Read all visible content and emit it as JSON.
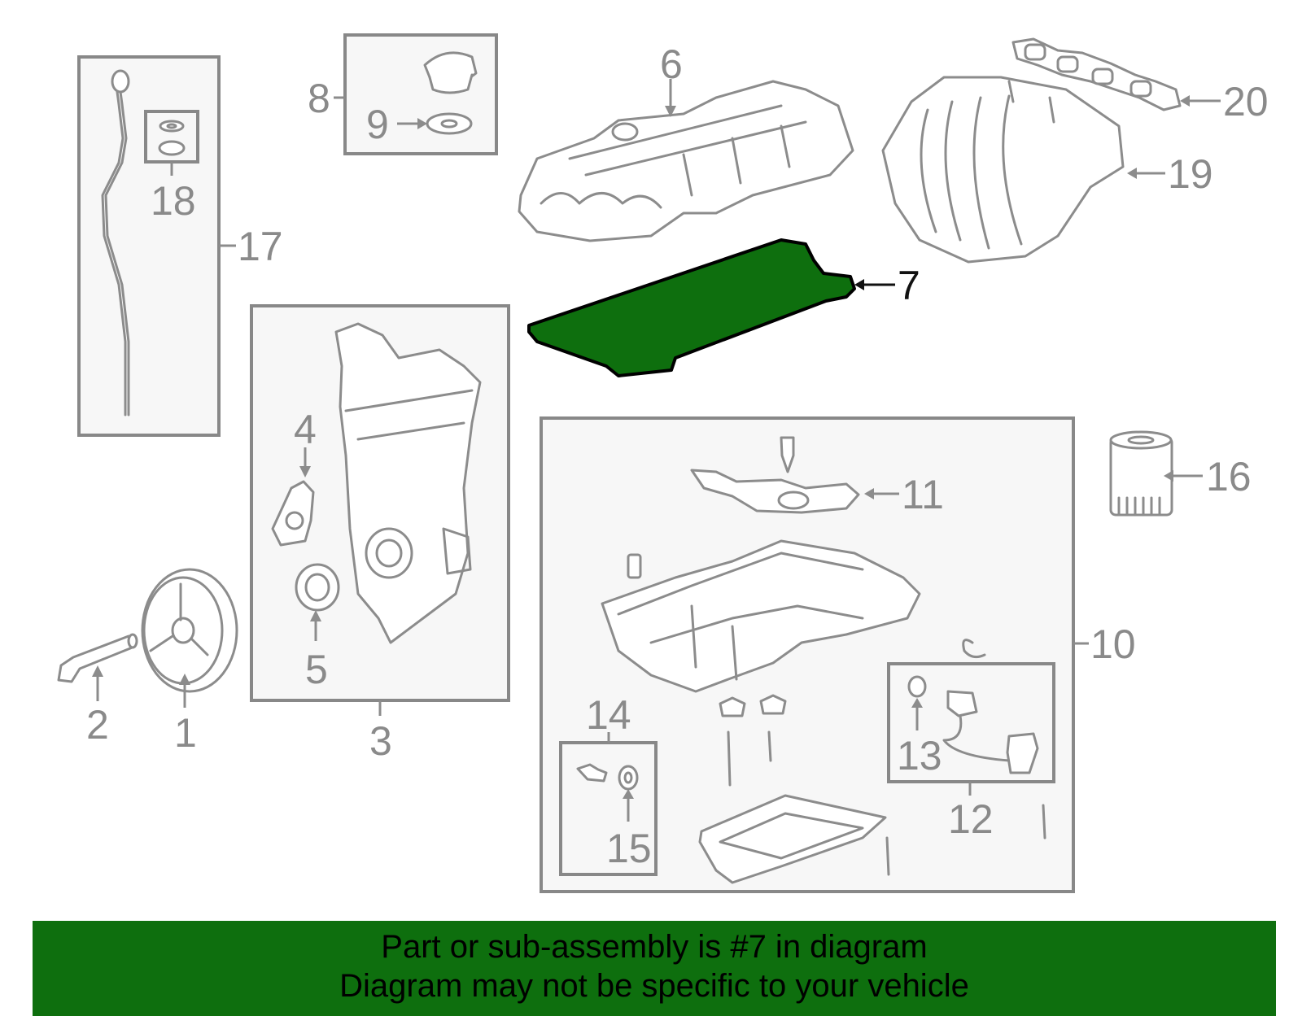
{
  "callouts": {
    "c1": "1",
    "c2": "2",
    "c3": "3",
    "c4": "4",
    "c5": "5",
    "c6": "6",
    "c7": "7",
    "c8": "8",
    "c9": "9",
    "c10": "10",
    "c11": "11",
    "c12": "12",
    "c13": "13",
    "c14": "14",
    "c15": "15",
    "c16": "16",
    "c17": "17",
    "c18": "18",
    "c19": "19",
    "c20": "20"
  },
  "highlight": {
    "part": "7",
    "color": "#0e6f0e"
  },
  "banner": {
    "line1": "Part or sub-assembly is #7 in diagram",
    "line2": "Diagram may not be specific to your vehicle",
    "color": "#0e6f0e"
  }
}
